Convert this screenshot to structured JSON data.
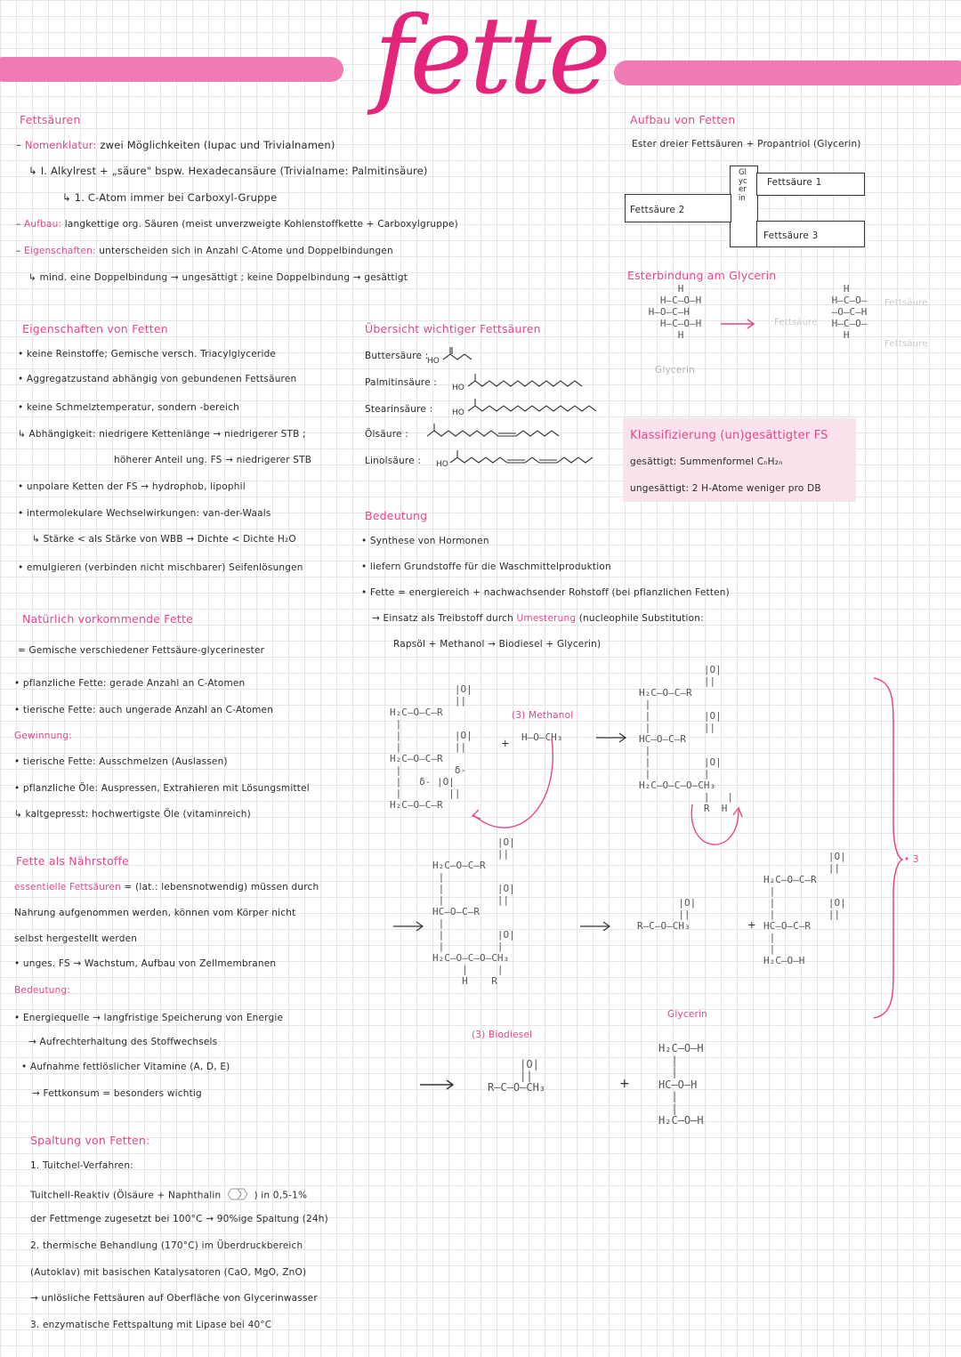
{
  "title": "fette",
  "colors": {
    "accent": "#e8458b",
    "bar": "#f07ab3",
    "highlight": "#fbe3ee"
  },
  "fettsaeuren": {
    "heading": "Fettsäuren",
    "nom_label": "Nomenklatur:",
    "nom_text": "zwei Möglichkeiten (Iupac und Trivialnamen)",
    "nom_1": "↳ I. Alkylrest + „säure\" bspw. Hexadecansäure (Trivialname: Palmitinsäure)",
    "nom_2": "↳ 1. C-Atom immer bei Carboxyl-Gruppe",
    "aufbau_label": "Aufbau:",
    "aufbau_text": "langkettige org. Säuren (meist unverzweigte Kohlenstoffkette + Carboxylgruppe)",
    "eig_label": "Eigenschaften:",
    "eig_text": "unterscheiden sich in Anzahl C-Atome und Doppelbindungen",
    "eig_2": "↳ mind. eine Doppelbindung → ungesättigt ; keine Doppelbindung → gesättigt"
  },
  "aufbau_fette": {
    "heading": "Aufbau von Fetten",
    "text": "Ester dreier Fettsäuren + Propantriol (Glycerin)",
    "glycerin_vertical": "Glycerin",
    "fs1": "Fettsäure 1",
    "fs2": "Fettsäure 2",
    "fs3": "Fettsäure 3",
    "ester_heading": "Esterbindung am Glycerin",
    "glycerin_label": "Glycerin",
    "fettsaeure": "Fettsäure"
  },
  "eigenschaften_fette": {
    "heading": "Eigenschaften von Fetten",
    "items": [
      "• keine Reinstoffe; Gemische versch. Triacylglyceride",
      "• Aggregatzustand abhängig von gebundenen Fettsäuren",
      "• keine Schmelztemperatur, sondern -bereich",
      "↳ Abhängigkeit: niedrigere Kettenlänge → niedrigerer STB ;",
      "höherer Anteil ung. FS → niedrigerer STB",
      "• unpolare Ketten der FS → hydrophob, lipophil",
      "• intermolekulare Wechselwirkungen: van-der-Waals",
      "↳ Stärke < als Stärke von WBB → Dichte < Dichte H₂O",
      "• emulgieren (verbinden nicht mischbarer) Seifenlösungen"
    ]
  },
  "uebersicht": {
    "heading": "Übersicht wichtiger Fettsäuren",
    "acids": [
      "Buttersäure :",
      "Palmitinsäure :",
      "Stearinsäure :",
      "Ölsäure :",
      "Linolsäure :"
    ],
    "ho": "HO"
  },
  "klassifizierung": {
    "heading": "Klassifizierung (un)gesättigter FS",
    "line1": "gesättigt: Summenformel   CₙH₂ₙ",
    "line2": "ungesättigt: 2 H-Atome weniger pro DB"
  },
  "bedeutung": {
    "heading": "Bedeutung",
    "items": [
      "• Synthese von Hormonen",
      "• liefern Grundstoffe für die Waschmittelproduktion",
      "• Fette = energiereich + nachwachsender Rohstoff (bei pflanzlichen Fetten)",
      "→ Einsatz als Treibstoff durch",
      "Rapsöl + Methanol → Biodiesel + Glycerin)"
    ],
    "umesterung": "Umesterung",
    "umesterung_rest": "(nucleophile Substitution:"
  },
  "natuerlich": {
    "heading": "Natürlich vorkommende Fette",
    "items": [
      "= Gemische verschiedener Fettsäure-glycerinester",
      "• pflanzliche Fette: gerade Anzahl an C-Atomen",
      "• tierische Fette: auch ungerade Anzahl an C-Atomen"
    ],
    "gewinnung_heading": "Gewinnung:",
    "gewinnung": [
      "• tierische Fette: Ausschmelzen (Auslassen)",
      "• pflanzliche Öle: Auspressen, Extrahieren mit Lösungsmittel",
      "↳ kaltgepresst: hochwertigste Öle (vitaminreich)"
    ]
  },
  "naehrstoffe": {
    "heading": "Fette als Nährstoffe",
    "ess_label": "essentielle Fettsäuren",
    "ess_text": "= (lat.: lebensnotwendig) müssen durch",
    "items": [
      "Nahrung aufgenommen werden, können vom Körper nicht",
      "selbst hergestellt werden",
      "• unges. FS → Wachstum, Aufbau von Zellmembranen"
    ],
    "bedeutung_heading": "Bedeutung:",
    "bedeutung": [
      "• Energiequelle → langfristige Speicherung von Energie",
      "→ Aufrechterhaltung des Stoffwechsels",
      "• Aufnahme fettlöslicher Vitamine (A, D, E)",
      "→ Fettkonsum = besonders wichtig"
    ]
  },
  "spaltung": {
    "heading": "Spaltung von Fetten:",
    "items": [
      "1. Tuitchel-Verfahren:",
      "Tuitchell-Reaktiv (Ölsäure + Naphthalin",
      ") in 0,5-1%",
      "der Fettmenge zugesetzt bei 100°C → 90%ige Spaltung (24h)",
      "2. thermische Behandlung (170°C) im Überdruckbereich",
      "(Autoklav) mit basischen Katalysatoren (CaO, MgO, ZnO)",
      "→ unlösliche Fettsäuren auf Oberfläche von Glycerinwasser",
      "3. enzymatische Fettspaltung mit Lipase bei 40°C"
    ]
  },
  "reaktion": {
    "methanol": "(3) Methanol",
    "biodiesel": "(3) Biodiesel",
    "glycerin": "Glycerin",
    "times": "• 3",
    "plus": "+"
  }
}
